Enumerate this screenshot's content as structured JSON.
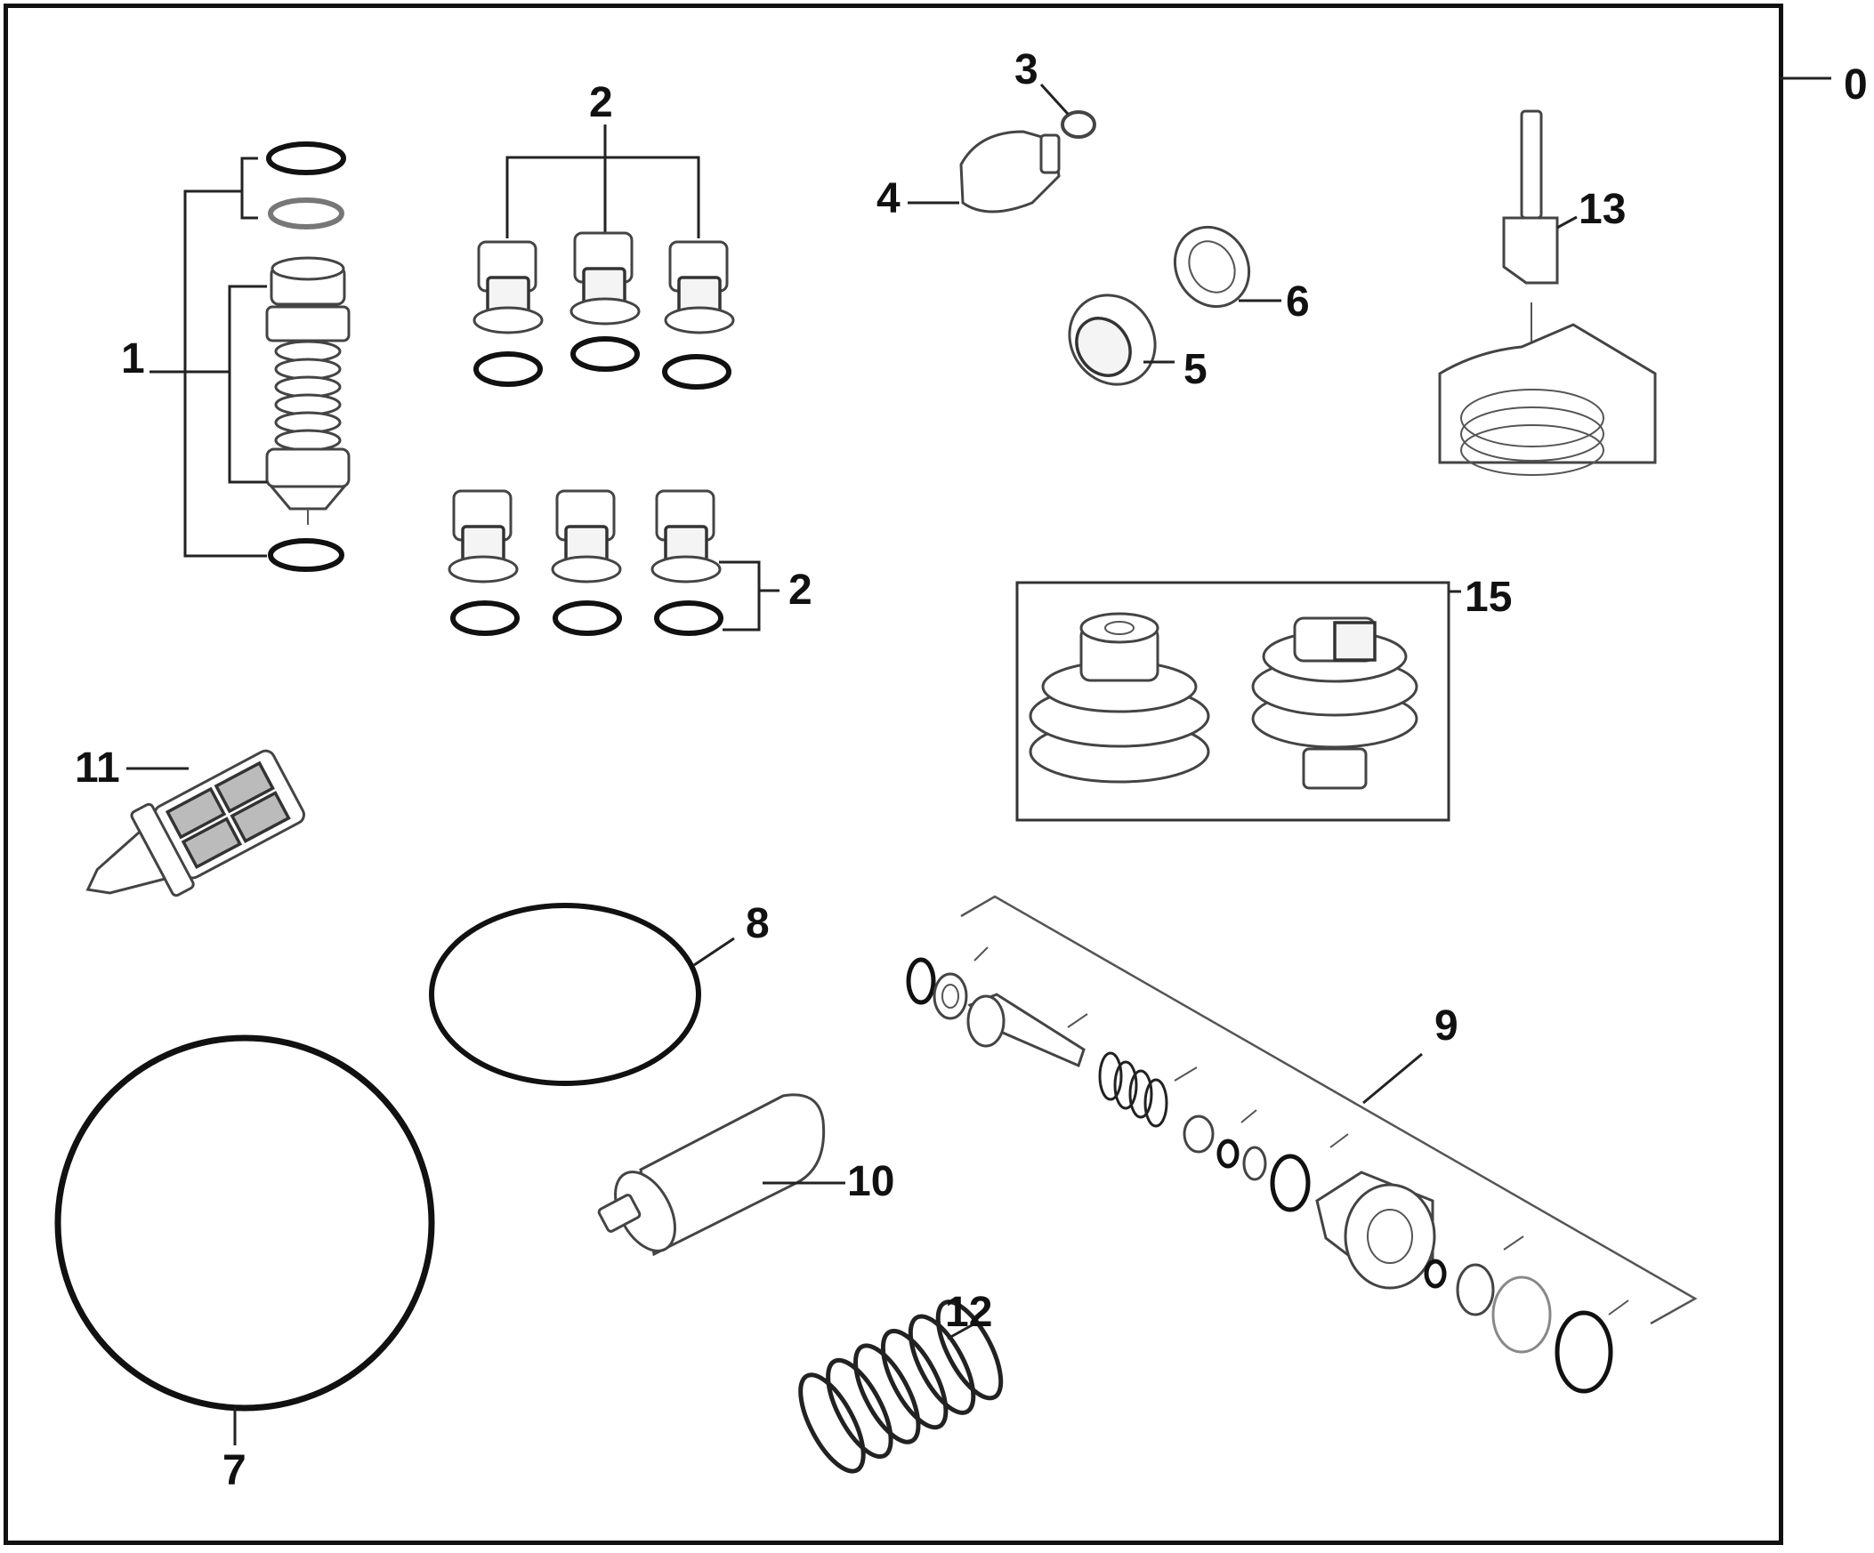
{
  "diagram": {
    "callouts": {
      "c0": "0",
      "c1": "1",
      "c2a": "2",
      "c2b": "2",
      "c3": "3",
      "c4": "4",
      "c5": "5",
      "c6": "6",
      "c7": "7",
      "c8": "8",
      "c9": "9",
      "c10": "10",
      "c11": "11",
      "c12": "12",
      "c13": "13",
      "c15": "15"
    }
  }
}
